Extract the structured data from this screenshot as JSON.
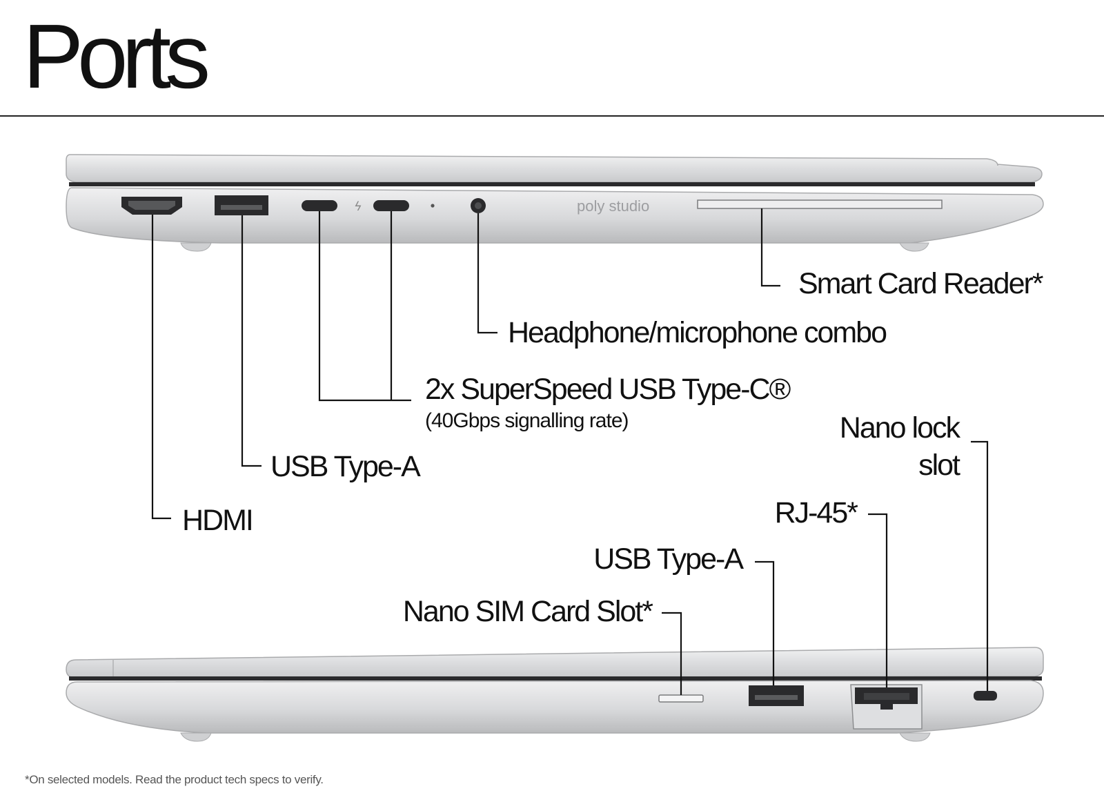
{
  "title": "Ports",
  "brand_logo": "poly studio",
  "left_side": {
    "hdmi": "HDMI",
    "usb_a": "USB Type-A",
    "usb_c": "2x SuperSpeed USB Type-C®",
    "usb_c_note": "(40Gbps signalling rate)",
    "headphone": "Headphone/microphone combo",
    "smart_card": "Smart Card Reader*"
  },
  "right_side": {
    "nano_lock_line1": "Nano lock",
    "nano_lock_line2": "slot",
    "rj45": "RJ-45*",
    "usb_a": "USB Type-A",
    "sim": "Nano SIM Card Slot*"
  },
  "footnote": "*On selected models. Read the product tech specs to verify.",
  "colors": {
    "text": "#111111",
    "chassis": "#d9dadc",
    "port": "#2a2a2c"
  },
  "icons": [
    "hdmi-port-icon",
    "usb-a-port-icon",
    "usb-c-port-icon",
    "thunderbolt-icon",
    "audio-jack-icon",
    "smart-card-slot-icon",
    "sim-slot-icon",
    "rj45-port-icon",
    "lock-slot-icon"
  ]
}
